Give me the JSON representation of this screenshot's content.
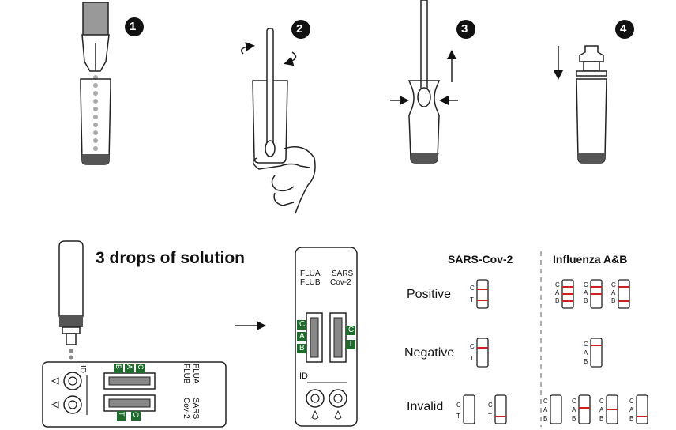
{
  "steps": [
    "1",
    "2",
    "3",
    "4"
  ],
  "drops_title": "3 drops of solution",
  "cassette_h": {
    "id_label": "ID",
    "line_labels_a": [
      "B",
      "A",
      "C"
    ],
    "line_labels_b": [
      "T",
      "C"
    ],
    "window_a_label": [
      "FLUA",
      "FLUB"
    ],
    "window_b_label": [
      "SARS",
      "Cov-2"
    ]
  },
  "cassette_v": {
    "label_left": [
      "FLUA",
      "FLUB"
    ],
    "label_right": [
      "SARS",
      "Cov-2"
    ],
    "left_lines": [
      "C",
      "A",
      "B"
    ],
    "right_lines": [
      "C",
      "T"
    ],
    "id_label": "ID"
  },
  "results": {
    "col_sars": "SARS-Cov-2",
    "col_flu": "Influenza A&B",
    "rows": [
      "Positive",
      "Negative",
      "Invalid"
    ],
    "letters_ct": [
      "C",
      "T"
    ],
    "letters_cab": [
      "C",
      "A",
      "B"
    ]
  },
  "colors": {
    "line_red": "#cc2222",
    "badge": "#111111",
    "strip_green": "#1f6b2e",
    "liquid": "#4a4a4a"
  }
}
